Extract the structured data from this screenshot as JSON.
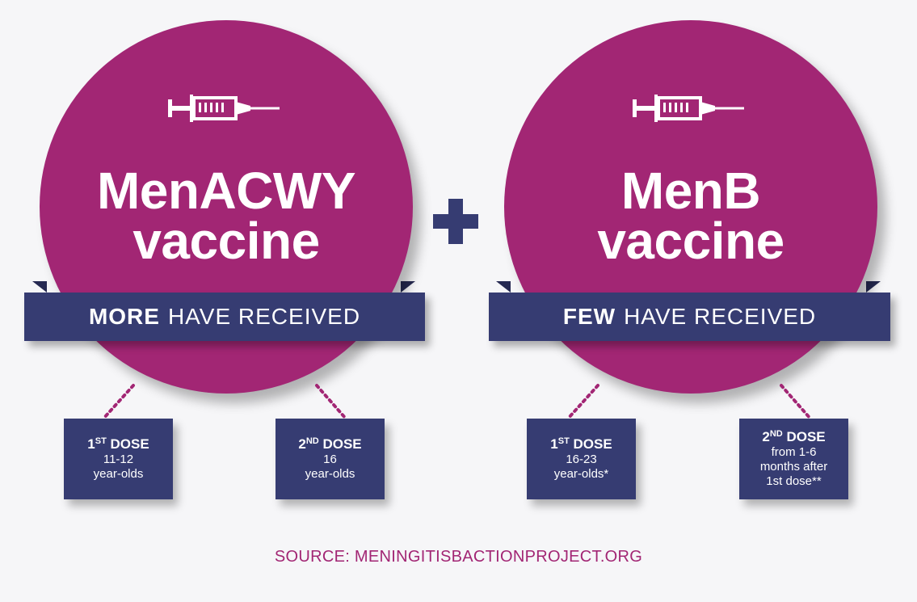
{
  "left": {
    "title_line1": "MenACWY",
    "title_line2": "vaccine",
    "banner_bold": "MORE",
    "banner_rest": "HAVE RECEIVED",
    "doses": [
      {
        "num": "1",
        "sup": "ST",
        "label": "DOSE",
        "lines": [
          "11-12",
          "year-olds"
        ]
      },
      {
        "num": "2",
        "sup": "ND",
        "label": "DOSE",
        "lines": [
          "16",
          "year-olds"
        ]
      }
    ]
  },
  "right": {
    "title_line1": "MenB",
    "title_line2": "vaccine",
    "banner_bold": "FEW",
    "banner_rest": "HAVE RECEIVED",
    "doses": [
      {
        "num": "1",
        "sup": "ST",
        "label": "DOSE",
        "lines": [
          "16-23",
          "year-olds*"
        ]
      },
      {
        "num": "2",
        "sup": "ND",
        "label": "DOSE",
        "lines": [
          "from 1-6",
          "months after",
          "1st dose**"
        ]
      }
    ]
  },
  "source": "SOURCE: MENINGITISBACTIONPROJECT.ORG",
  "colors": {
    "magenta": "#a22674",
    "navy": "#363c72",
    "background": "#f6f6f8"
  },
  "icons": [
    "syringe-icon",
    "plus-icon"
  ]
}
